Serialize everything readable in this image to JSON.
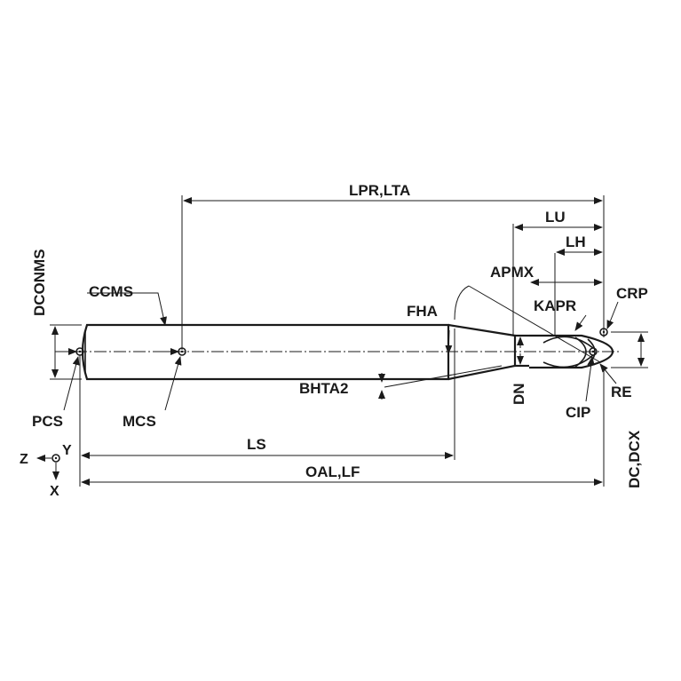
{
  "colors": {
    "ink": "#1a1a1a",
    "background": "#ffffff"
  },
  "labels": {
    "lpr_lta": "LPR,LTA",
    "lu": "LU",
    "lh": "LH",
    "apmx": "APMX",
    "kapr": "KAPR",
    "crp": "CRP",
    "dconms": "DCONMS",
    "ccms": "CCMS",
    "fha": "FHA",
    "bhta2": "BHTA2",
    "dn": "DN",
    "re": "RE",
    "cip": "CIP",
    "pcs": "PCS",
    "mcs": "MCS",
    "ls": "LS",
    "oal_lf": "OAL,LF",
    "dc_dcx": "DC,DCX",
    "axis_z": "Z",
    "axis_y": "Y",
    "axis_x": "X"
  }
}
